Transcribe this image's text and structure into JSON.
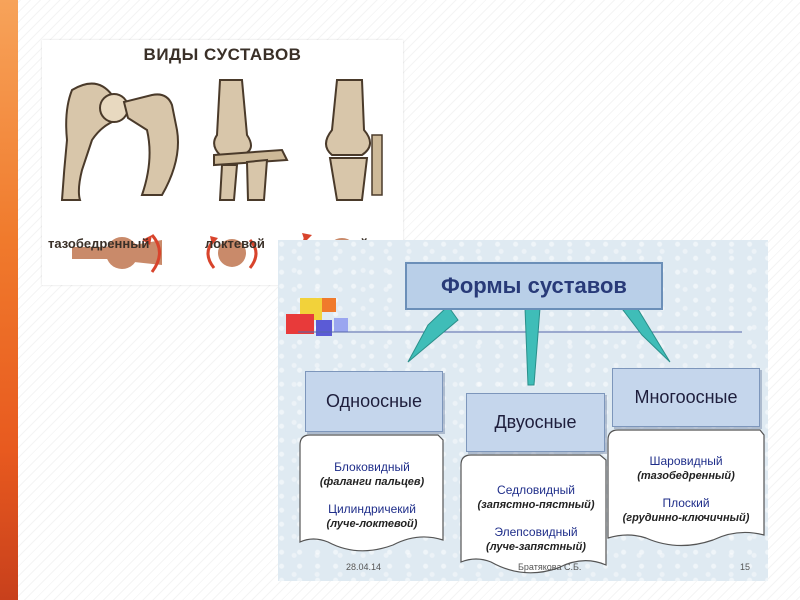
{
  "joints_slide": {
    "title": "ВИДЫ СУСТАВОВ",
    "labels": {
      "hip": "тазобедренный",
      "elbow": "локтевой",
      "knee": "коленный"
    }
  },
  "forms_slide": {
    "title": "Формы суставов",
    "types": {
      "uniaxial": {
        "label": "Одноосные",
        "items": [
          {
            "name": "Блоковидный",
            "example": "(фаланги пальцев)"
          },
          {
            "name": "Цилиндричекий",
            "example": "(луче-локтевой)"
          }
        ]
      },
      "biaxial": {
        "label": "Двуосные",
        "items": [
          {
            "name": "Седловидный",
            "example": "(запястно-пястный)"
          },
          {
            "name": "Элепсовидный",
            "example": "(луче-запястный)"
          }
        ]
      },
      "multiaxial": {
        "label": "Многоосные",
        "items": [
          {
            "name": "Шаровидный",
            "example": "(тазобедренный)"
          },
          {
            "name": "Плоский",
            "example": "(грудинно-ключичный)"
          }
        ]
      }
    },
    "footer": {
      "date": "28.04.14",
      "author": "Братякова С.Б.",
      "page": "15"
    }
  },
  "colors": {
    "accent_bar": "#f07a2c",
    "bone": "#d8c6aa",
    "arrow_red": "#d8442c",
    "callout_teal": "#3fbdb8",
    "title_box": "#b9cfe8",
    "type_box": "#c5d6ec"
  }
}
